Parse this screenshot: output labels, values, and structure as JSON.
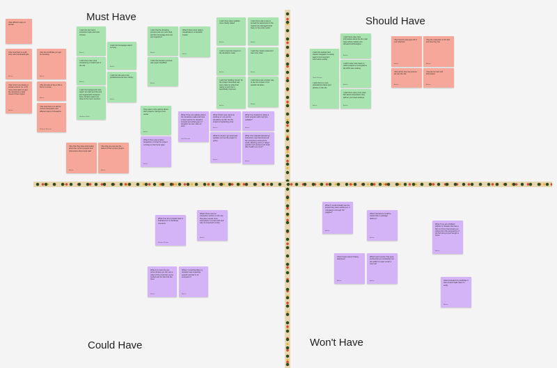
{
  "board": {
    "quadrants": {
      "must_have": "Must Have",
      "should_have": "Should Have",
      "could_have": "Could Have",
      "wont_have": "Won't Have"
    }
  },
  "stickies": {
    "must_have": [
      {
        "color": "red",
        "text": "I like different ways to donate",
        "author": ""
      },
      {
        "color": "red",
        "text": "I like how there is a gift shop with handmade gifts",
        "author": "Author"
      },
      {
        "color": "red",
        "text": "I like the certificate you get for donating",
        "author": "Author"
      },
      {
        "color": "red",
        "text": "I like how if you donate a certain amount (i.e. to 5) more information to give the donations a clear visual of their impact",
        "author": "Author"
      },
      {
        "color": "red",
        "text": "I like the idea of buy a fish a bird or a crane",
        "author": "Author"
      },
      {
        "color": "red",
        "text": "I like how there is a tab for: current information and different ways of donations",
        "author": "Madison Boiverta"
      },
      {
        "color": "red",
        "text": "I like that they have information about the current projects and information about local staff",
        "author": "Author"
      },
      {
        "color": "red",
        "text": "I like that you can see the status of their current project",
        "author": "Author"
      },
      {
        "color": "green",
        "text": "I wish the site had a consistent style and color choices",
        "author": "Author"
      },
      {
        "color": "green",
        "text": "I wish the homepage wasn't so busy",
        "author": "Author"
      },
      {
        "color": "green",
        "text": "I wish there was more consistency to build trust in the site",
        "author": "Author"
      },
      {
        "color": "green",
        "text": "I wish the site was more professional and less 'clunky'",
        "author": "Author"
      },
      {
        "color": "green",
        "text": "I wish the background color wasn't too dark and the pics and organization between fonts, borders wasn't too close to the nav's sections",
        "author": "Nataliana Roth"
      },
      {
        "color": "green",
        "text": "I wish that the donating process was as much clear and the homepage less text and organized",
        "author": "Author"
      },
      {
        "color": "green",
        "text": "I wish the donation process was super simplified",
        "author": "Author"
      },
      {
        "color": "green",
        "text": "What if there were clearer visualizations of donation impact",
        "author": "Author"
      },
      {
        "color": "green",
        "text": "I wish there were updates more clearly stated",
        "author": "Author"
      },
      {
        "color": "green",
        "text": "I wish there was a way to spread the awareness of the mission the damaged birds have on the entire world",
        "author": "Author"
      },
      {
        "color": "green",
        "text": "I wish I knew the impact of the donations made",
        "author": "Author"
      },
      {
        "color": "green",
        "text": "I wish the mission statement was more clear",
        "author": "Author"
      },
      {
        "color": "green",
        "text": "I wish the 'building homes' for the project described was more clear on what their nature is and how it specifically improves",
        "author": "Author"
      },
      {
        "color": "green",
        "text": "I wish there was a better way to see the impact of our specific donation",
        "author": "Author"
      },
      {
        "color": "green",
        "text": "They seem more upfront about their projects, having it front center",
        "author": "Author"
      },
      {
        "color": "purple",
        "text": "What if there was a better breakdown of what the project is doing on the home page",
        "author": "Author"
      },
      {
        "color": "purple",
        "text": "What if they are updates about the donations made and have a clear section for donation success and what types of donation we can make an swim",
        "author": "Saif Richards"
      },
      {
        "color": "purple",
        "text": "What if there was real-time tracking on not just the donations we did, but the impact of replanting coral",
        "author": "Author"
      },
      {
        "color": "purple",
        "text": "What if it doesn't get automatic updates on how the project is going",
        "author": "Author"
      },
      {
        "color": "purple",
        "text": "What if we booked to 'adopt a coral' program with real time updates?",
        "author": "Author"
      },
      {
        "color": "purple",
        "text": "What if the website featured an interactive map that shows all the ecosystems around the world, allowing users to 'adopt' specific reef sections and track their health over time?",
        "author": "Author"
      }
    ],
    "should_have": [
      {
        "color": "green",
        "text": "I wish the website had clearer navigation to easily lead to find important information quickly",
        "author": "Nafis Khanyar"
      },
      {
        "color": "green",
        "text": "I wish there was more information about the the main ways where visitors can donate/contribute/give...",
        "author": "Author"
      },
      {
        "color": "green",
        "text": "I wish it was more clear on which projects or ecosystems the NPO was working",
        "author": "Author"
      },
      {
        "color": "green",
        "text": "I wish there is more educational videos and photos on the site",
        "author": "Author"
      },
      {
        "color": "green",
        "text": "I wish there were more clear fact about interactions they add on your heart settings",
        "author": "Author"
      },
      {
        "color": "red",
        "text": "I like how the site pops off of your attention",
        "author": "Author"
      },
      {
        "color": "red",
        "text": "I like the instruction to the fish and how they live",
        "author": "Author"
      },
      {
        "color": "red",
        "text": "I like all the time the pictures all over the site",
        "author": "Author"
      },
      {
        "color": "red",
        "text": "I like the fun fact with information",
        "author": "Author"
      }
    ],
    "could_have": [
      {
        "color": "purple",
        "text": "What if we let my books have a boarded cert 'a certificate moments'",
        "author": "Eleanor Kirsten"
      },
      {
        "color": "purple",
        "text": "What if there was an interactive section on the site that gave people more information on coral reefs and why it's important to help",
        "author": "Author"
      },
      {
        "color": "purple",
        "text": "What if no event do you prove donate you can see a video of the coral that you've funded and the fish that live there",
        "author": "Author"
      },
      {
        "color": "purple",
        "text": "What if I could feel like my donation was impacting specific animals in an ecosystem?",
        "author": "Author"
      }
    ],
    "wont_have": [
      {
        "color": "purple",
        "text": "What if I could virtually see the project they were working on, if I donated to through VR goggles?",
        "author": "Author"
      },
      {
        "color": "purple",
        "text": "What if donations could be tracked like a package delivery?",
        "author": "Author"
      },
      {
        "color": "purple",
        "text": "what if users weren't being destroyed",
        "author": "Author"
      },
      {
        "color": "purple",
        "text": "What if each person that goes scuba diving or snorkeling into the stalks to repair it start a new reef",
        "author": "Author"
      },
      {
        "color": "purple",
        "text": "What if you got a brilliant dolphin or bracelet that has a fish on it from that shows you videos from the perspective of the fish that you just bought a home",
        "author": "Author"
      },
      {
        "color": "purple",
        "text": "what if instead of a certificate it was a hand made token or stuffy",
        "author": "Author"
      }
    ]
  }
}
